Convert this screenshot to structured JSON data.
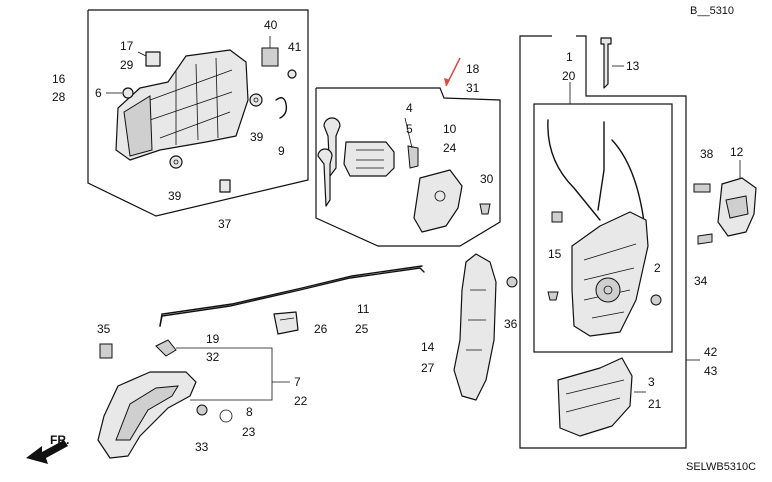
{
  "header": {
    "ref_code": "B__5310"
  },
  "footer": {
    "diagram_code": "SELWB5310C",
    "direction_label": "FR."
  },
  "callouts": {
    "p16": "16",
    "p28": "28",
    "p17": "17",
    "p29": "29",
    "p40": "40",
    "p41": "41",
    "p6": "6",
    "p39a": "39",
    "p9": "9",
    "p39b": "39",
    "p37": "37",
    "p18": "18",
    "p31": "31",
    "p4": "4",
    "p5": "5",
    "p10": "10",
    "p24": "24",
    "p30": "30",
    "p1": "1",
    "p20": "20",
    "p13": "13",
    "p38": "38",
    "p12": "12",
    "p15": "15",
    "p2": "2",
    "p34": "34",
    "p36": "36",
    "p14": "14",
    "p27": "27",
    "p11": "11",
    "p25": "25",
    "p26": "26",
    "p35": "35",
    "p19": "19",
    "p32": "32",
    "p7": "7",
    "p22": "22",
    "p8": "8",
    "p23": "23",
    "p33": "33",
    "p42": "42",
    "p43": "43",
    "p3": "3",
    "p21": "21"
  },
  "colors": {
    "line": "#111111",
    "part_fill": "#e8e8e8",
    "accent_arrow": "#e0463c"
  }
}
